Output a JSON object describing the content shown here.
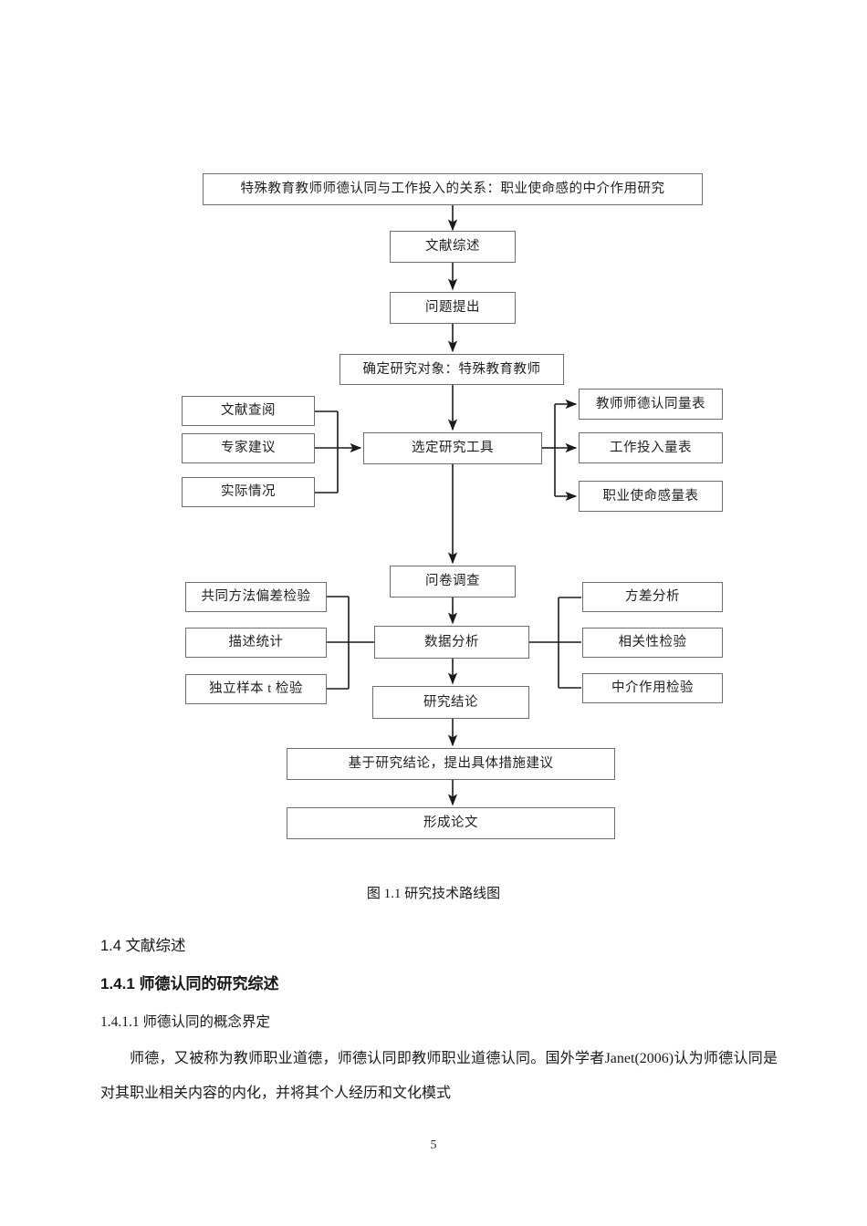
{
  "document": {
    "page_number": "5",
    "figure_caption": "图 1.1 研究技术路线图",
    "headings": {
      "h_1_4": "1.4 文献综述",
      "h_1_4_1": "1.4.1 师德认同的研究综述",
      "h_1_4_1_1": "1.4.1.1 师德认同的概念界定"
    },
    "paragraphs": {
      "p1": "师德，又被称为教师职业道德，师德认同即教师职业道德认同。国外学者Janet(2006)认为师德认同是对其职业相关内容的内化，并将其个人经历和文化模式"
    }
  },
  "flowchart": {
    "title": "特殊教育教师师德认同与工作投入的关系：职业使命感的中介作用研究",
    "colors": {
      "box_border": "#6e6e6e",
      "line": "#1a1a1a",
      "text": "#1f1f1f"
    },
    "nodes": {
      "title_box": "特殊教育教师师德认同与工作投入的关系：职业使命感的中介作用研究",
      "literature_review": "文献综述",
      "problem_statement": "问题提出",
      "determine_subject": "确定研究对象：特殊教育教师",
      "select_tools": "选定研究工具",
      "questionnaire": "问卷调查",
      "data_analysis": "数据分析",
      "research_conclusion": "研究结论",
      "suggestions": "基于研究结论，提出具体措施建议",
      "form_thesis": "形成论文"
    },
    "tool_inputs": [
      "文献查阅",
      "专家建议",
      "实际情况"
    ],
    "scales": [
      "教师师德认同量表",
      "工作投入量表",
      "职业使命感量表"
    ],
    "analysis_left": [
      "共同方法偏差检验",
      "描述统计",
      "独立样本 t 检验"
    ],
    "analysis_right": [
      "方差分析",
      "相关性检验",
      "中介作用检验"
    ]
  }
}
